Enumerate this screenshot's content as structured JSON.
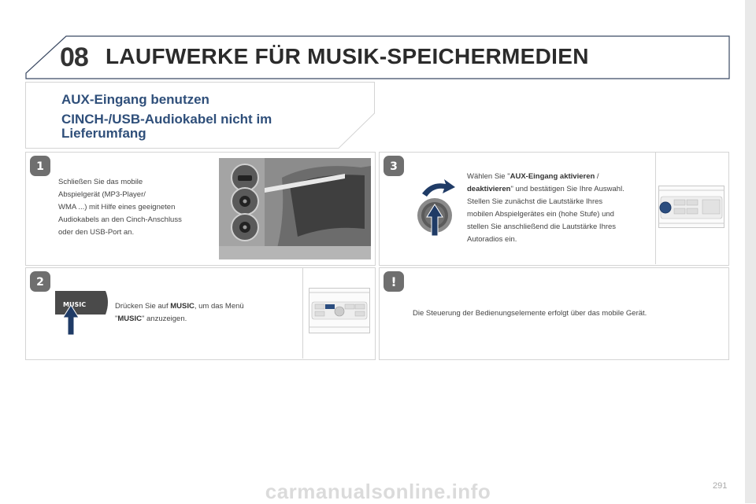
{
  "chapter": {
    "number": "08",
    "title": "LAUFWERKE FÜR MUSIK-SPEICHERMEDIEN"
  },
  "section": {
    "title": "AUX-Eingang benutzen",
    "subtitle_line1": "CINCH-/USB-Audiokabel nicht im",
    "subtitle_line2": "Lieferumfang"
  },
  "steps": [
    {
      "number": "1",
      "lines": [
        "Schließen Sie das mobile",
        "Abspielgerät (MP3-Player/",
        "WMA ...) mit Hilfe eines geeigneten",
        "Audiokabels an den Cinch-Anschluss",
        "oder den USB-Port an."
      ]
    },
    {
      "number": "2",
      "text_pre": "Drücken Sie auf ",
      "bold1": "MUSIC",
      "text_mid": ", um das Menü",
      "text_q1": "\"",
      "bold2": "MUSIC",
      "text_post": "\" anzuzeigen.",
      "key_label": "MUSIC"
    },
    {
      "number": "3",
      "line1_pre": "Wählen Sie \"",
      "line1_bold": "AUX-Eingang aktivieren",
      "line1_post": " /",
      "line2_bold": "deaktivieren",
      "line2_post": "\" und bestätigen Sie Ihre Auswahl.",
      "lines": [
        "Stellen Sie zunächst die Lautstärke Ihres",
        "mobilen Abspielgerätes ein (hohe Stufe) und",
        "stellen Sie anschließend die Lautstärke Ihres",
        "Autoradios ein."
      ]
    }
  ],
  "note": {
    "symbol": "!",
    "text": "Die Steuerung der Bedienungselemente erfolgt über das mobile Gerät."
  },
  "page_number": "291",
  "watermark": "carmanualsonline.info",
  "colors": {
    "badge": "#6f6f6f",
    "navy": "#1f3b66",
    "title_blue": "#2f4f7a",
    "border": "#d4d4d4"
  }
}
